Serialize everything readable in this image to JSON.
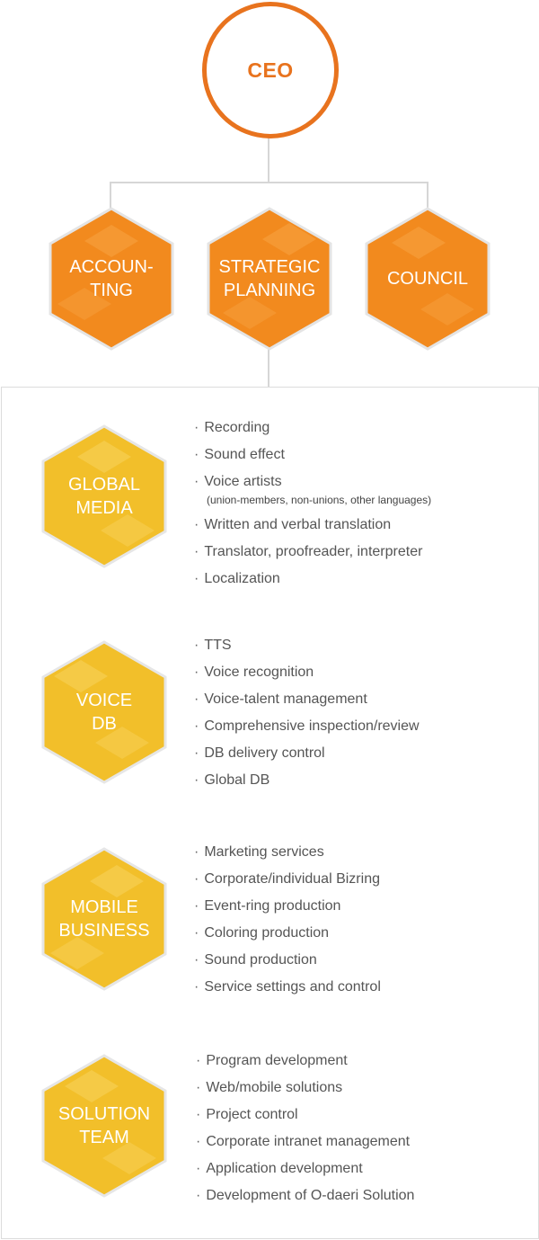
{
  "ceo": "CEO",
  "top_units": [
    {
      "label": "ACCOUN- TING",
      "lines": [
        "ACCOUN-",
        "TING"
      ]
    },
    {
      "label": "STRATEGIC PLANNING",
      "lines": [
        "STRATEGIC",
        "PLANNING"
      ]
    },
    {
      "label": "COUNCIL",
      "lines": [
        "COUNCIL"
      ]
    }
  ],
  "departments": [
    {
      "lines": [
        "GLOBAL",
        "MEDIA"
      ],
      "items": [
        "Recording",
        "Sound effect",
        "Voice artists",
        "Written and verbal translation",
        "Translator, proofreader, interpreter",
        "Localization"
      ],
      "sub_note": "(union-members,  non-unions, other languages)"
    },
    {
      "lines": [
        "VOICE",
        "DB"
      ],
      "items": [
        "TTS",
        "Voice recognition",
        "Voice-talent management",
        "Comprehensive inspection/review",
        "DB delivery control",
        "Global DB"
      ]
    },
    {
      "lines": [
        "MOBILE",
        "BUSINESS"
      ],
      "items": [
        "Marketing services",
        "Corporate/individual Bizring",
        "Event-ring production",
        "Coloring production",
        "Sound production",
        "Service settings and control"
      ]
    },
    {
      "lines": [
        "SOLUTION",
        "TEAM"
      ],
      "items": [
        "Program development",
        "Web/mobile solutions",
        "Project control",
        "Corporate intranet management",
        "Application development",
        "Development of O-daeri Solution"
      ]
    }
  ],
  "colors": {
    "orange": "#f28a1e",
    "orange_border": "#e8731e",
    "yellow": "#f2bf2a",
    "line": "#d6d6d6"
  },
  "bullet": "·"
}
